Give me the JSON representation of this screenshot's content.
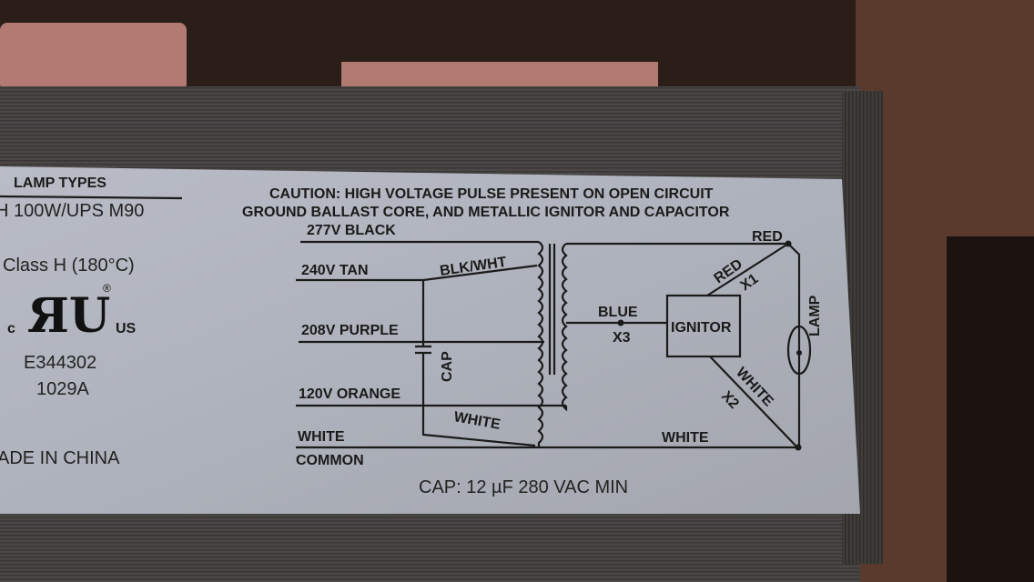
{
  "left_panel": {
    "heading": "LAMP TYPES",
    "lamp_type": "H 100W/UPS M90",
    "insulation_class": "Class H (180°C)",
    "cert_mark": {
      "left": "c",
      "logo": "UR",
      "right": "US",
      "registered": "®"
    },
    "file_number": "E344302",
    "date_code": "1029A",
    "origin": "ADE IN CHINA"
  },
  "caution": {
    "line1": "CAUTION: HIGH VOLTAGE PULSE PRESENT ON OPEN CIRCUIT",
    "line2": "GROUND BALLAST CORE, AND METALLIC IGNITOR AND CAPACITOR"
  },
  "diagram": {
    "taps": [
      "277V BLACK",
      "240V TAN",
      "208V PURPLE",
      "120V ORANGE"
    ],
    "common_top": "WHITE",
    "common_bottom": "COMMON",
    "blk_wht": "BLK/WHT",
    "cap_label": "CAP",
    "white_cap": "WHITE",
    "red_top": "RED",
    "red_diag": "RED",
    "x1": "X1",
    "blue": "BLUE",
    "x3": "X3",
    "ignitor": "IGNITOR",
    "white_diag": "WHITE",
    "x2": "X2",
    "white_bottom": "WHITE",
    "lamp": "LAMP"
  },
  "cap_spec": "CAP: 12 µF 280 VAC MIN"
}
